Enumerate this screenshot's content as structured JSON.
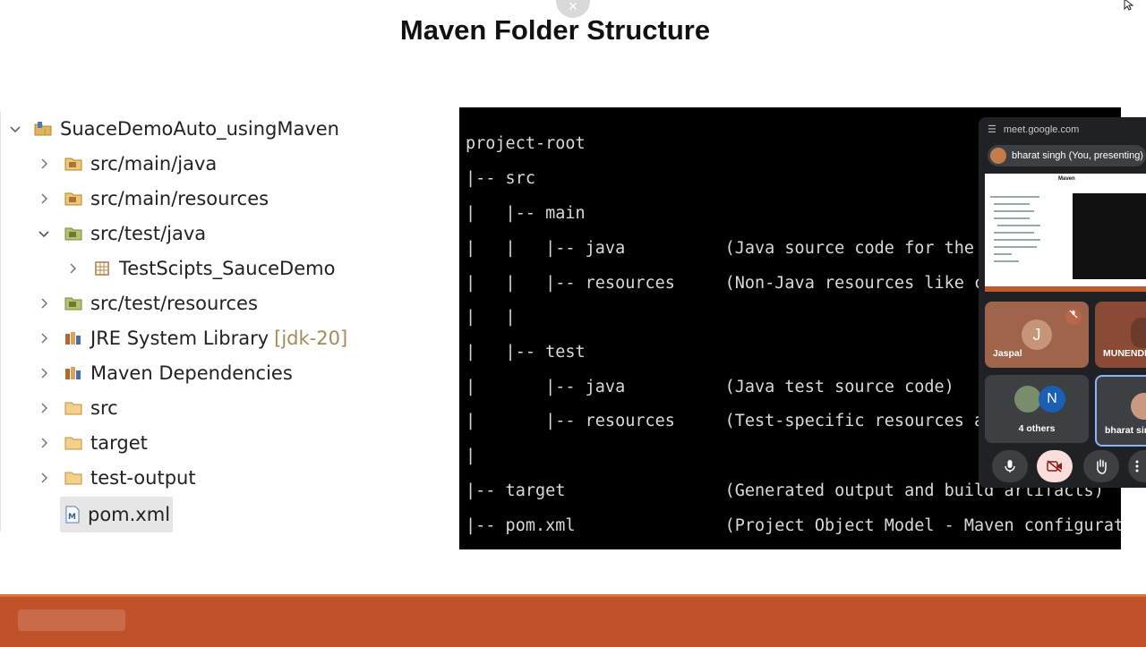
{
  "slide": {
    "title": "Maven Folder Structure"
  },
  "tree": {
    "project": "SuaceDemoAuto_usingMaven",
    "items": [
      {
        "label": "src/main/java"
      },
      {
        "label": "src/main/resources"
      },
      {
        "label": "src/test/java"
      },
      {
        "label": "TestScipts_SauceDemo"
      },
      {
        "label": "src/test/resources"
      },
      {
        "label": "JRE System Library",
        "suffix": "[jdk-20]"
      },
      {
        "label": "Maven Dependencies"
      },
      {
        "label": "src"
      },
      {
        "label": "target"
      },
      {
        "label": "test-output"
      },
      {
        "label": "pom.xml"
      }
    ]
  },
  "terminal": {
    "lines": [
      "project-root",
      "|-- src",
      "|   |-- main",
      "|   |   |-- java          (Java source code for the applicat",
      "|   |   |-- resources     (Non-Java resources like configura",
      "|   |",
      "|   |-- test",
      "|       |-- java          (Java test source code)",
      "|       |-- resources     (Test-specific resources and confi",
      "|",
      "|-- target                (Generated output and build artifacts)",
      "|-- pom.xml               (Project Object Model - Maven configuration file)"
    ]
  },
  "meet": {
    "url": "meet.google.com",
    "presenter": "bharat singh (You, presenting)",
    "participants": [
      {
        "name": "Jaspal",
        "initial": "J"
      },
      {
        "name": "MUNENDR"
      },
      {
        "name": "4 others",
        "initial": "N"
      },
      {
        "name": "bharat sing"
      }
    ],
    "thumb_title": "Maven"
  },
  "colors": {
    "footer": "#c0522a",
    "jdk": "#a58a5b",
    "terminal_bg": "#000000"
  }
}
